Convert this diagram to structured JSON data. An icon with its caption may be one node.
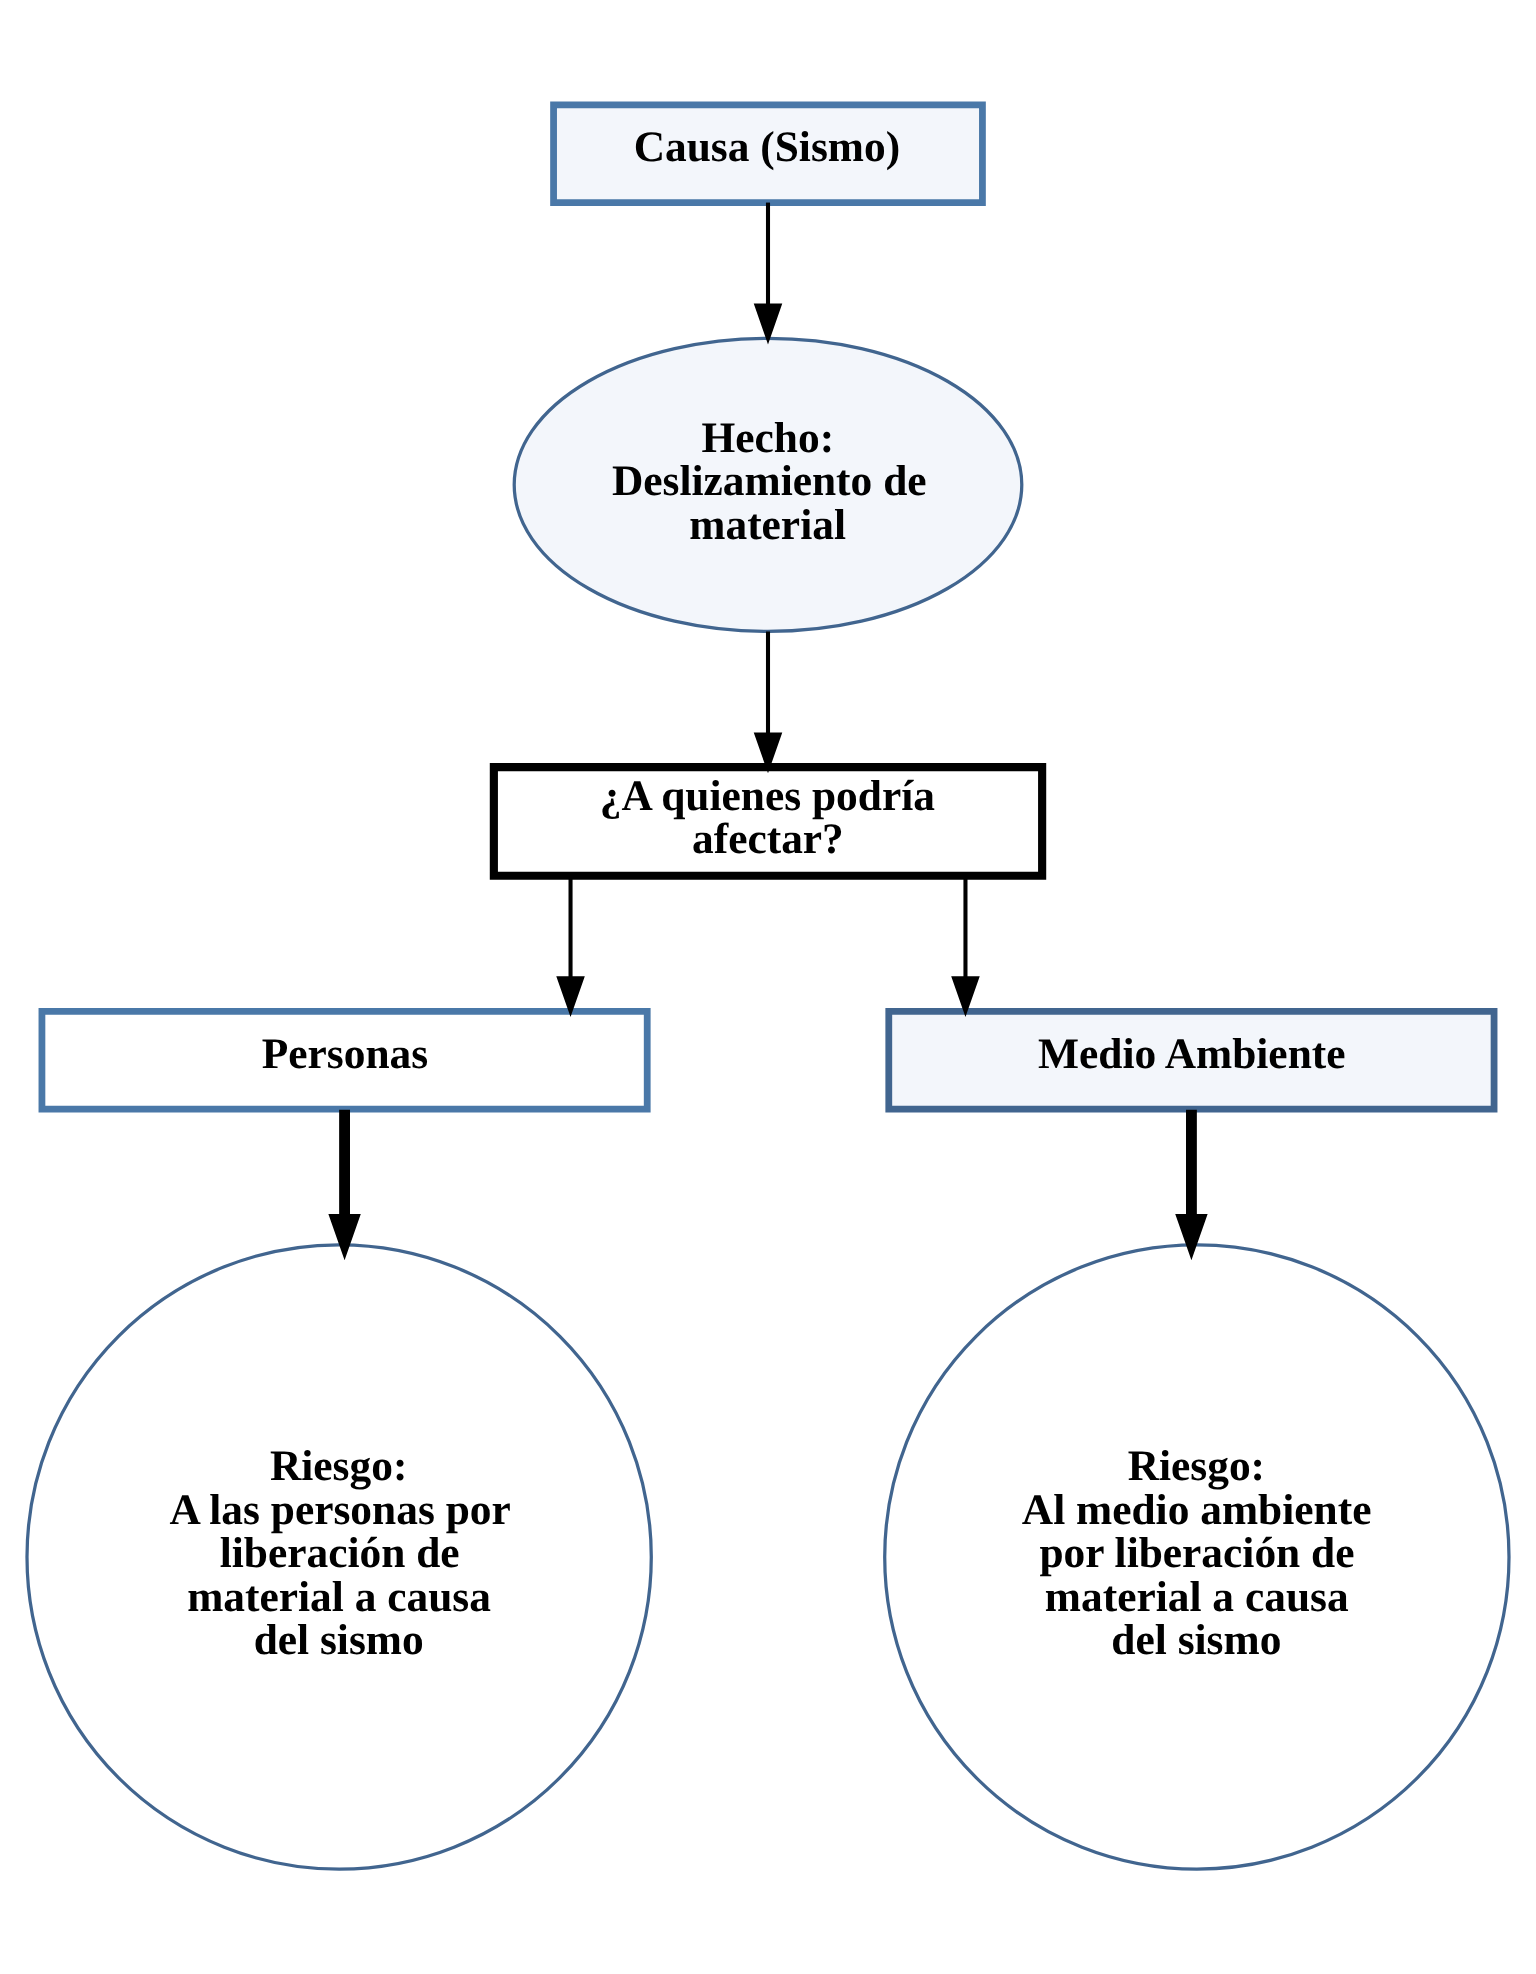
{
  "diagram": {
    "nodes": [
      {
        "text": [
          "Causa (Sismo)"
        ]
      },
      {
        "text": [
          "Hecho: Deslizamiento de material"
        ]
      },
      {
        "text": [
          "¿A quienes podría afectar?"
        ]
      },
      {
        "text": [
          "Personas"
        ]
      },
      {
        "text": [
          "Medio Ambiente"
        ]
      },
      {
        "text": [
          "Riesgo:",
          "A las personas por liberación de material a causa del sismo"
        ]
      },
      {
        "text": [
          "Riesgo:",
          "Al medio ambiente por liberación de material a causa del sismo"
        ]
      }
    ],
    "edges": [
      {
        "from": 0,
        "to": 1,
        "arrow": "to"
      },
      {
        "from": 1,
        "to": 2,
        "arrow": "to"
      },
      {
        "from": 2,
        "to": 3,
        "arrow": "to"
      },
      {
        "from": 2,
        "to": 4,
        "arrow": "to"
      },
      {
        "from": 3,
        "to": 5,
        "arrow": "to",
        "style": "thick"
      },
      {
        "from": 4,
        "to": 6,
        "arrow": "to",
        "style": "thick"
      }
    ]
  }
}
